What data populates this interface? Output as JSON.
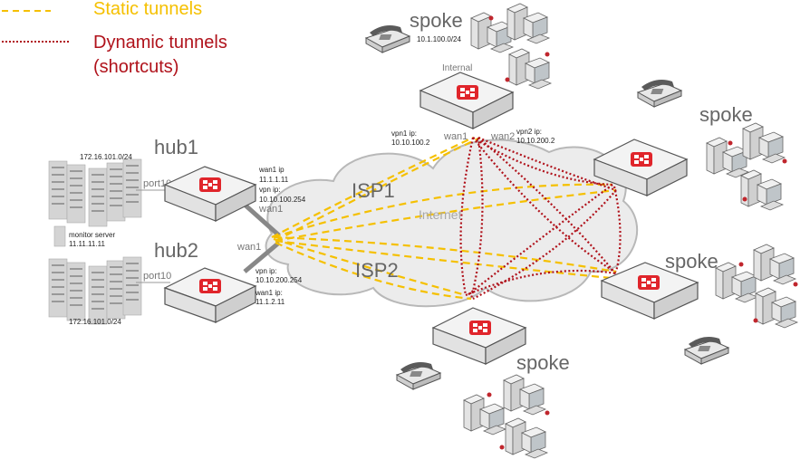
{
  "legend": {
    "static_label": "Static tunnels",
    "dynamic_label_1": "Dynamic tunnels",
    "dynamic_label_2": "(shortcuts)",
    "static_color": "#f5c000",
    "dynamic_color": "#b0121b"
  },
  "cloud": {
    "isp1": "ISP1",
    "isp2": "ISP2",
    "internet": "Internet"
  },
  "hubs": {
    "hub1": {
      "title": "hub1",
      "port": "port10",
      "wan": "wan1",
      "subnet": "172.16.101.0/24",
      "info": [
        "wan1 ip",
        "11.1.1.11",
        "vpn ip:",
        "10.10.100.254"
      ]
    },
    "hub2": {
      "title": "hub2",
      "port": "port10",
      "wan": "wan1",
      "subnet": "172.16.101.0/24",
      "info": [
        "vpn ip:",
        "10.10.200.254",
        "wan1 ip:",
        "11.1.2.11"
      ]
    },
    "monitor": [
      "monitor server",
      "11.11.11.11"
    ]
  },
  "spokes": {
    "top": {
      "title": "spoke",
      "subnet": "10.1.100.0/24",
      "internal": "Internal",
      "wan1": "wan1",
      "wan2": "wan2",
      "vpn1": [
        "vpn1 ip:",
        "10.10.100.2"
      ],
      "vpn2": [
        "vpn2 ip:",
        "10.10.200.2"
      ]
    },
    "right_top": {
      "title": "spoke"
    },
    "right_bottom": {
      "title": "spoke"
    },
    "bottom": {
      "title": "spoke"
    }
  },
  "colors": {
    "cloud_fill": "#ececec",
    "cloud_stroke": "#b8b8b8",
    "device_red": "#e0252b"
  }
}
